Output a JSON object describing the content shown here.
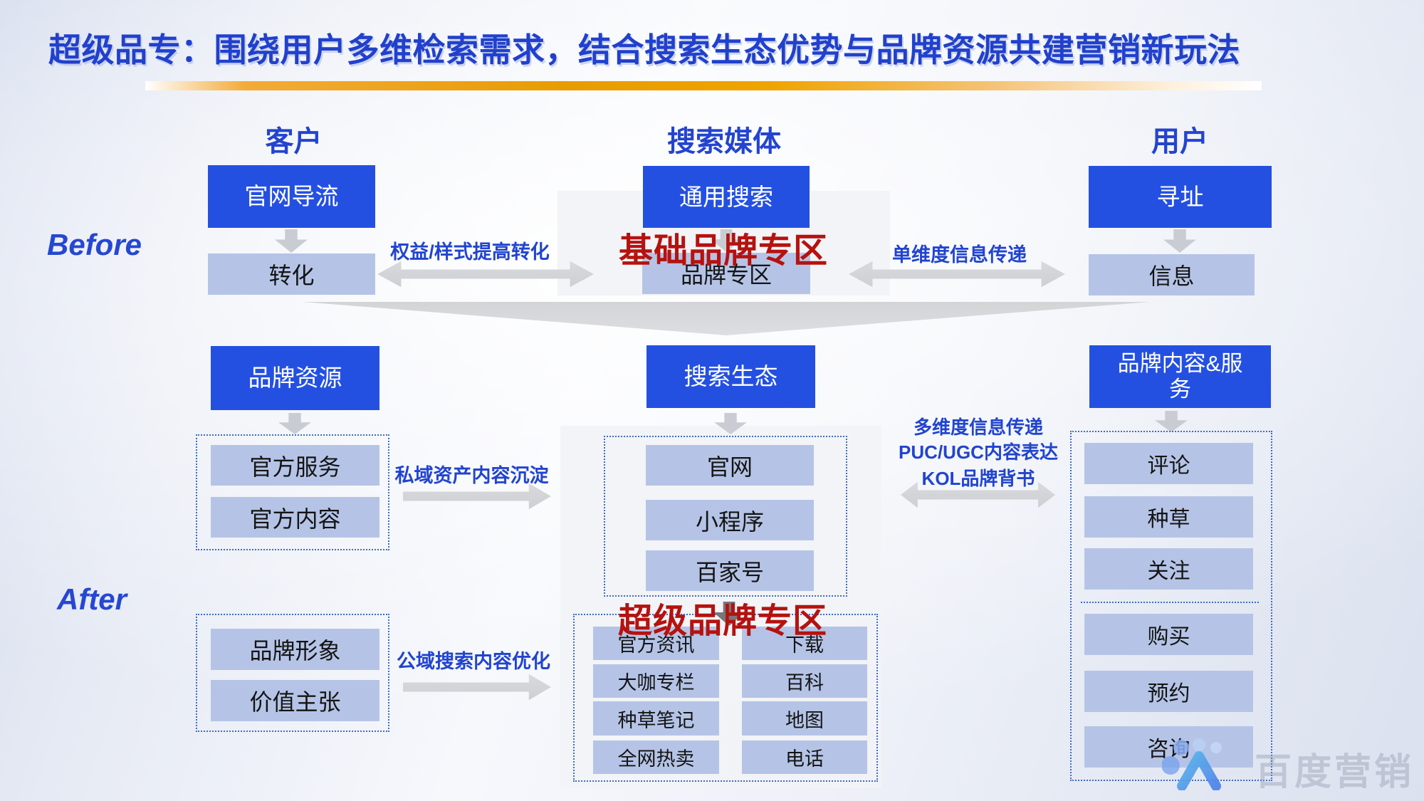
{
  "title": "超级品专：围绕用户多维检索需求，结合搜索生态优势与品牌资源共建营销新玩法",
  "colors": {
    "title_blue": "#2140cd",
    "accent_blue": "#2450e2",
    "light_blue_box": "#b5c4e6",
    "overlay_red": "#b5120f",
    "gold_bar": "#e89c00",
    "dashed_border": "#3e6bc8",
    "arrow_gray": "#d2d4d8"
  },
  "headers": {
    "customer": "客户",
    "media": "搜索媒体",
    "user": "用户"
  },
  "before": {
    "label": "Before",
    "official_site_box": "官网导流",
    "conversion_box": "转化",
    "rights_arrow_label": "权益/样式提高转化",
    "general_search_box": "通用搜索",
    "basic_zone_overlay": "基础品牌专区",
    "brand_zone_box": "品牌专区",
    "single_dim_arrow_label": "单维度信息传递",
    "addressing_box": "寻址",
    "info_box": "信息"
  },
  "after": {
    "label": "After",
    "brand_resource_box": "品牌资源",
    "resource_items": [
      "官方服务",
      "官方内容"
    ],
    "private_arrow_label": "私域资产内容沉淀",
    "image_items": [
      "品牌形象",
      "价值主张"
    ],
    "public_arrow_label": "公域搜索内容优化",
    "search_eco_box": "搜索生态",
    "eco_items": [
      "官网",
      "小程序",
      "百家号"
    ],
    "super_zone_overlay": "超级品牌专区",
    "zone_left_items": [
      "官方资讯",
      "大咖专栏",
      "种草笔记",
      "全网热卖"
    ],
    "zone_right_items": [
      "下载",
      "百科",
      "地图",
      "电话"
    ],
    "multi_label_lines": [
      "多维度信息传递",
      "PUC/UGC内容表达",
      "KOL品牌背书"
    ],
    "content_service_box": "品牌内容&服务",
    "engage_items": [
      "评论",
      "种草",
      "关注"
    ],
    "action_items": [
      "购买",
      "预约",
      "咨询"
    ]
  },
  "watermark": {
    "brand": "百度营销"
  }
}
